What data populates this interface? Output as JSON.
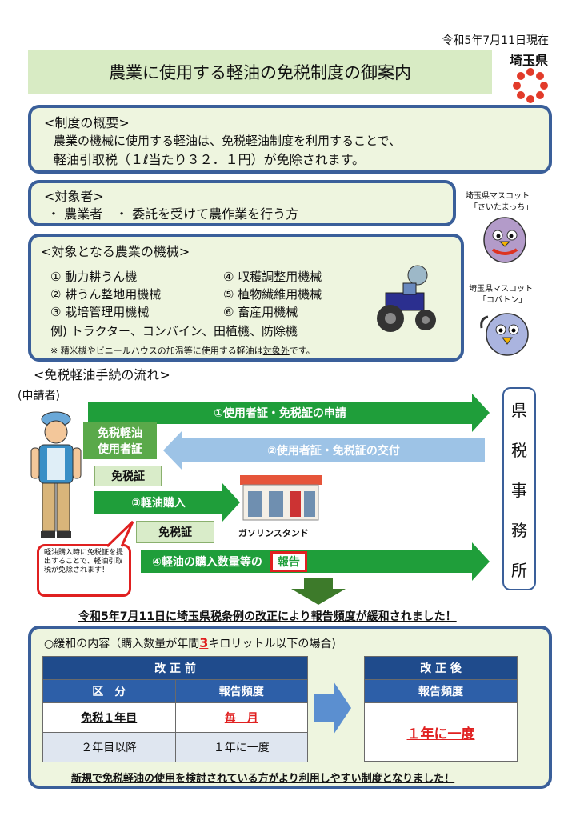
{
  "date": "令和5年7月11日現在",
  "prefecture": "埼玉県",
  "title": "農業に使用する軽油の免税制度の御案内",
  "overview": {
    "heading": "<制度の概要>",
    "line1": "農業の機械に使用する軽油は、免税軽油制度を利用することで、",
    "line2": "軽油引取税（１ℓ当たり３２．１円）が免除されます。"
  },
  "eligible": {
    "heading": "<対象者>",
    "line": "・ 農業者　・ 委託を受けて農作業を行う方"
  },
  "machines": {
    "heading": "<対象となる農業の機械>",
    "items": [
      "① 動力耕うん機",
      "④ 収穫調整用機械",
      "② 耕うん整地用機械",
      "⑤ 植物繊維用機械",
      "③ 栽培管理用機械",
      "⑥ 畜産用機械"
    ],
    "example": "例) トラクター、コンバイン、田植機、防除機",
    "note_prefix": "※ 精米機やビニールハウスの加温等に使用する軽油は",
    "note_emph": "対象外",
    "note_suffix": "です。"
  },
  "mascots": {
    "m1_caption1": "埼玉県マスコット",
    "m1_caption2": "「さいたまっち」",
    "m2_caption1": "埼玉県マスコット",
    "m2_caption2": "「コバトン」"
  },
  "flow": {
    "heading": "<免税軽油手続の流れ>",
    "applicant": "(申請者)",
    "step1": "①使用者証・免税証の申請",
    "step2": "②使用者証・免税証の交付",
    "step3": "③軽油購入",
    "step4": "④軽油の購入数量等の",
    "report": "報告",
    "card_user_1": "免税軽油",
    "card_user_2": "使用者証",
    "card_ticket": "免税証",
    "card_ticket2": "免税証",
    "gas_station": "ガソリンスタンド",
    "office_chars": [
      "県",
      "税",
      "事",
      "務",
      "所"
    ],
    "bubble": "軽油購入時に免税証を提出することで、軽油引取税が免除されます！"
  },
  "revision_notice": "令和5年7月11日に埼玉県税条例の改正により報告頻度が緩和されました！",
  "relaxation": {
    "heading_prefix": "○緩和の内容（購入数量が年間",
    "heading_num": "3",
    "heading_suffix": "キロリットル以下の場合)",
    "before_title": "改 正 前",
    "col_category": "区　分",
    "col_freq": "報告頻度",
    "row1_cat": "免税１年目",
    "row1_freq": "毎　月",
    "row2_cat": "２年目以降",
    "row2_freq": "１年に一度",
    "after_title": "改 正 後",
    "after_col": "報告頻度",
    "after_value": "１年に一度",
    "footer": "新規で免税軽油の使用を検討されている方がより利用しやすい制度となりました！"
  },
  "colors": {
    "border_blue": "#3a5f9a",
    "box_fill": "#eef5df",
    "arrow_green": "#1f9e3a",
    "arrow_blue": "#9dc3e6",
    "accent_red": "#e02020"
  }
}
